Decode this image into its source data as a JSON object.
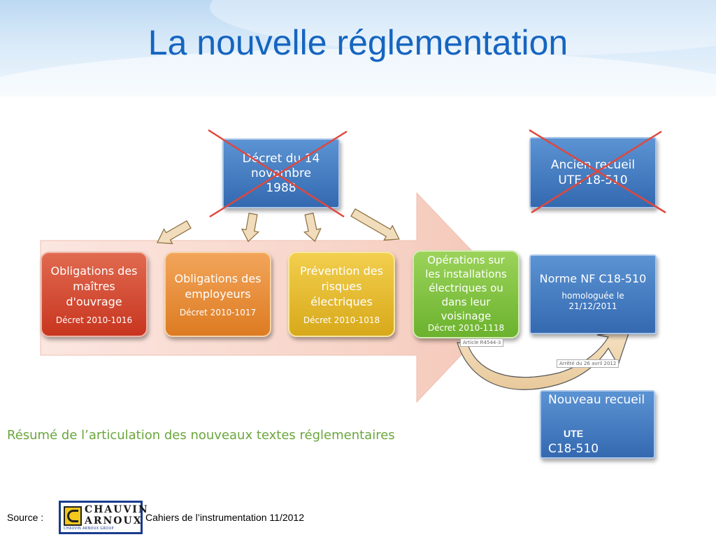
{
  "title": "La nouvelle réglementation",
  "top_boxes": {
    "decret": "Décret du 14\nnovembre\n1988",
    "ancien": "Ancien recueil\nUTE 18-510"
  },
  "row_boxes": [
    {
      "main": "Obligations des\nmaîtres\nd'ouvrage",
      "sub": "Décret 2010-1016"
    },
    {
      "main": "Obligations des\nemployeurs",
      "sub": "Décret 2010-1017"
    },
    {
      "main": "Prévention des\nrisques\nélectriques",
      "sub": "Décret 2010-1018"
    },
    {
      "main": "Opérations sur\nles installations\nélectriques ou\ndans leur\nvoisinage",
      "sub": "Décret 2010-1118"
    },
    {
      "main": "Norme NF C18-510",
      "sub": "homologuée le\n21/12/2011"
    }
  ],
  "bottom_box": {
    "line1": "Nouveau recueil",
    "ute": "UTE",
    "code": "C18-510"
  },
  "small_labels": {
    "article": "Article R4544-3",
    "arrete": "Arrêté du 26 avril 2012"
  },
  "caption": "Résumé de l’articulation des nouveaux textes réglementaires",
  "footer": {
    "source": "Source :",
    "logo_line1": "CHAUVIN",
    "logo_line2": "ARNOUX",
    "logo_line3": "CHAUVIN ARNOUX GROUP",
    "credit": "Cahiers de l’instrumentation 11/2012"
  },
  "colors": {
    "title": "#1565c0",
    "caption": "#6aa63c",
    "cross": "#e0473d",
    "arrow": "#f6d2c6"
  }
}
